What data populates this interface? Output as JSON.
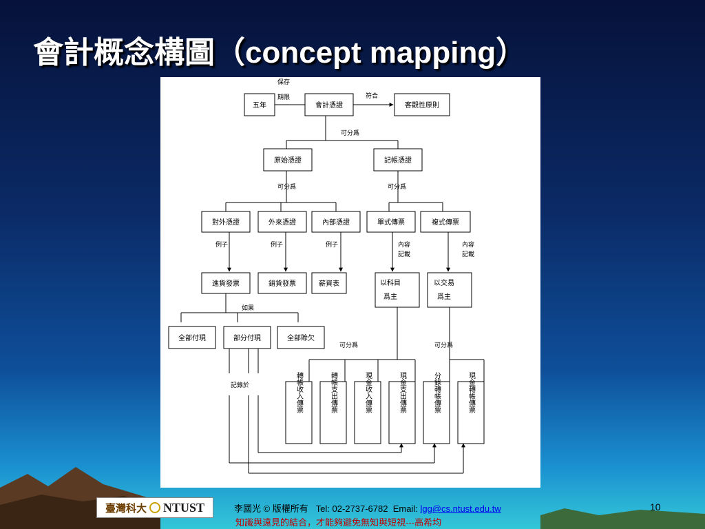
{
  "slide": {
    "title": "會計概念構圖（concept mapping）",
    "page_number": "10"
  },
  "diagram": {
    "nodes": {
      "wunian": "五年",
      "voucher": "會計憑證",
      "objectivity": "客觀性原則",
      "original": "原始憑證",
      "booking": "記帳憑證",
      "external_out": "對外憑證",
      "external_in": "外來憑證",
      "internal": "內部憑證",
      "single_slip": "單式傳票",
      "compound_slip": "複式傳票",
      "purchase_invoice": "進貨發票",
      "sales_invoice": "銷貨發票",
      "payroll": "薪資表",
      "by_account_1": "以科目",
      "by_account_2": "爲主",
      "by_trans_1": "以交易",
      "by_trans_2": "爲主",
      "full_cash": "全部付現",
      "partial_cash": "部分付現",
      "full_credit": "全部賒欠",
      "v1": "轉帳收入傳票",
      "v2": "轉帳支出傳票",
      "v3": "現金收入傳票",
      "v4": "現金支出傳票",
      "v5": "分錄轉帳傳票",
      "v6": "現金轉帳傳票"
    },
    "labels": {
      "keep_1": "保存",
      "keep_2": "期限",
      "conform": "符合",
      "divide_1": "可分爲",
      "divide_2": "可分爲",
      "divide_3": "可分爲",
      "divide_4": "可分爲",
      "divide_5": "可分爲",
      "example_1": "例子",
      "example_2": "例子",
      "example_3": "例子",
      "content_1": "內容",
      "content_2": "記載",
      "content_3": "內容",
      "content_4": "記載",
      "if": "如果",
      "record_in": "記錄於"
    }
  },
  "footer": {
    "logo_cn": "臺灣科大",
    "logo_en": "NTUST",
    "copyright": "李國光 © 版權所有",
    "tel": "Tel: 02-2737-6782",
    "email_label": "Email:",
    "email": "lgg@cs.ntust.edu.tw",
    "motto": "知識與遠見的結合，才能夠避免無知與短視---高希均"
  },
  "colors": {
    "background_top": "#06123a",
    "background_bottom": "#33c7d8",
    "motto": "#c00000",
    "link": "#0000ee"
  }
}
